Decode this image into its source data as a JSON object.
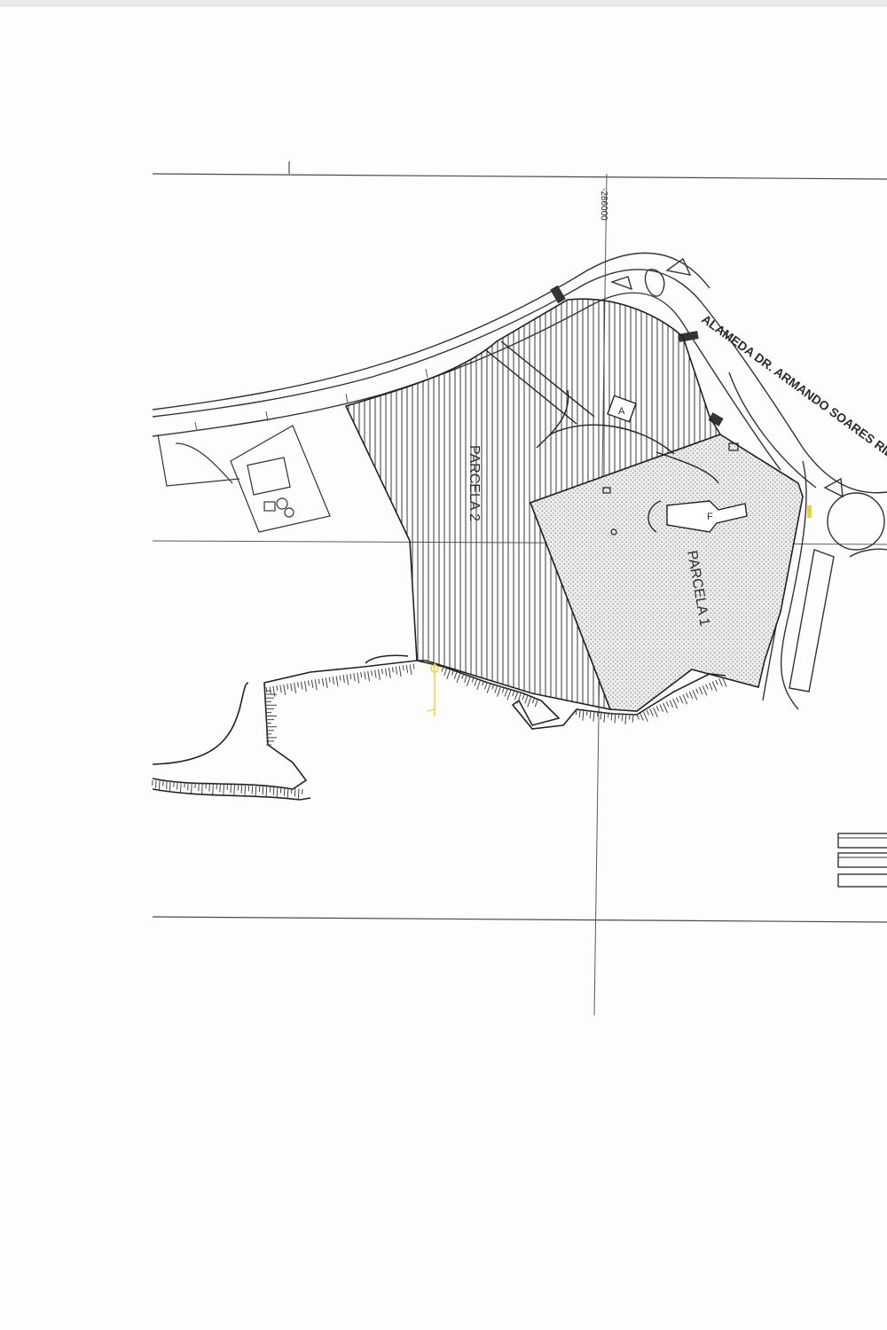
{
  "map": {
    "parcels": [
      {
        "id": "parcela-1",
        "label": "PARCELA 1"
      },
      {
        "id": "parcela-2",
        "label": "PARCELA 2"
      }
    ],
    "street_label": "ALAMEDA DR. ARMANDO SOARES RIB",
    "grid_coordinate": "-286000",
    "building_labels": {
      "small": "A",
      "main": "F"
    },
    "colors": {
      "ink": "#2b2b2b",
      "paper": "#fdfdfd",
      "marker": "#e8d23a"
    }
  }
}
